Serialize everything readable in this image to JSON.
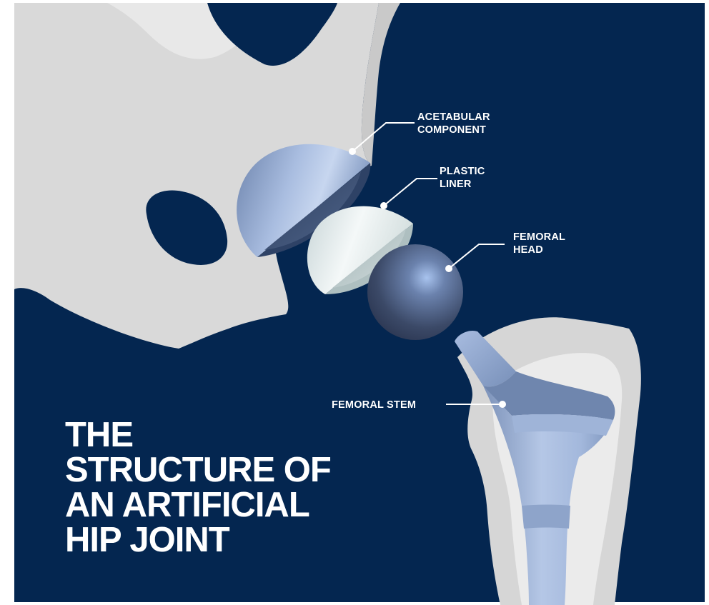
{
  "colors": {
    "background": "#042650",
    "bone": "#dadada",
    "bone_inner": "#ececec",
    "implant_metal": "#8fa6c8",
    "liner": "#e6eeee",
    "femoral_head": "#4d5d80",
    "text": "#ffffff"
  },
  "labels": {
    "acetabular_line1": "ACETABULAR",
    "acetabular_line2": "COMPONENT",
    "liner_line1": "PLASTIC",
    "liner_line2": "LINER",
    "head_line1": "FEMORAL",
    "head_line2": "HEAD",
    "stem": "FEMORAL STEM"
  },
  "title": {
    "line1": "THE",
    "line2": "STRUCTURE OF",
    "line3": "AN ARTIFICIAL",
    "line4": "HIP JOINT"
  }
}
